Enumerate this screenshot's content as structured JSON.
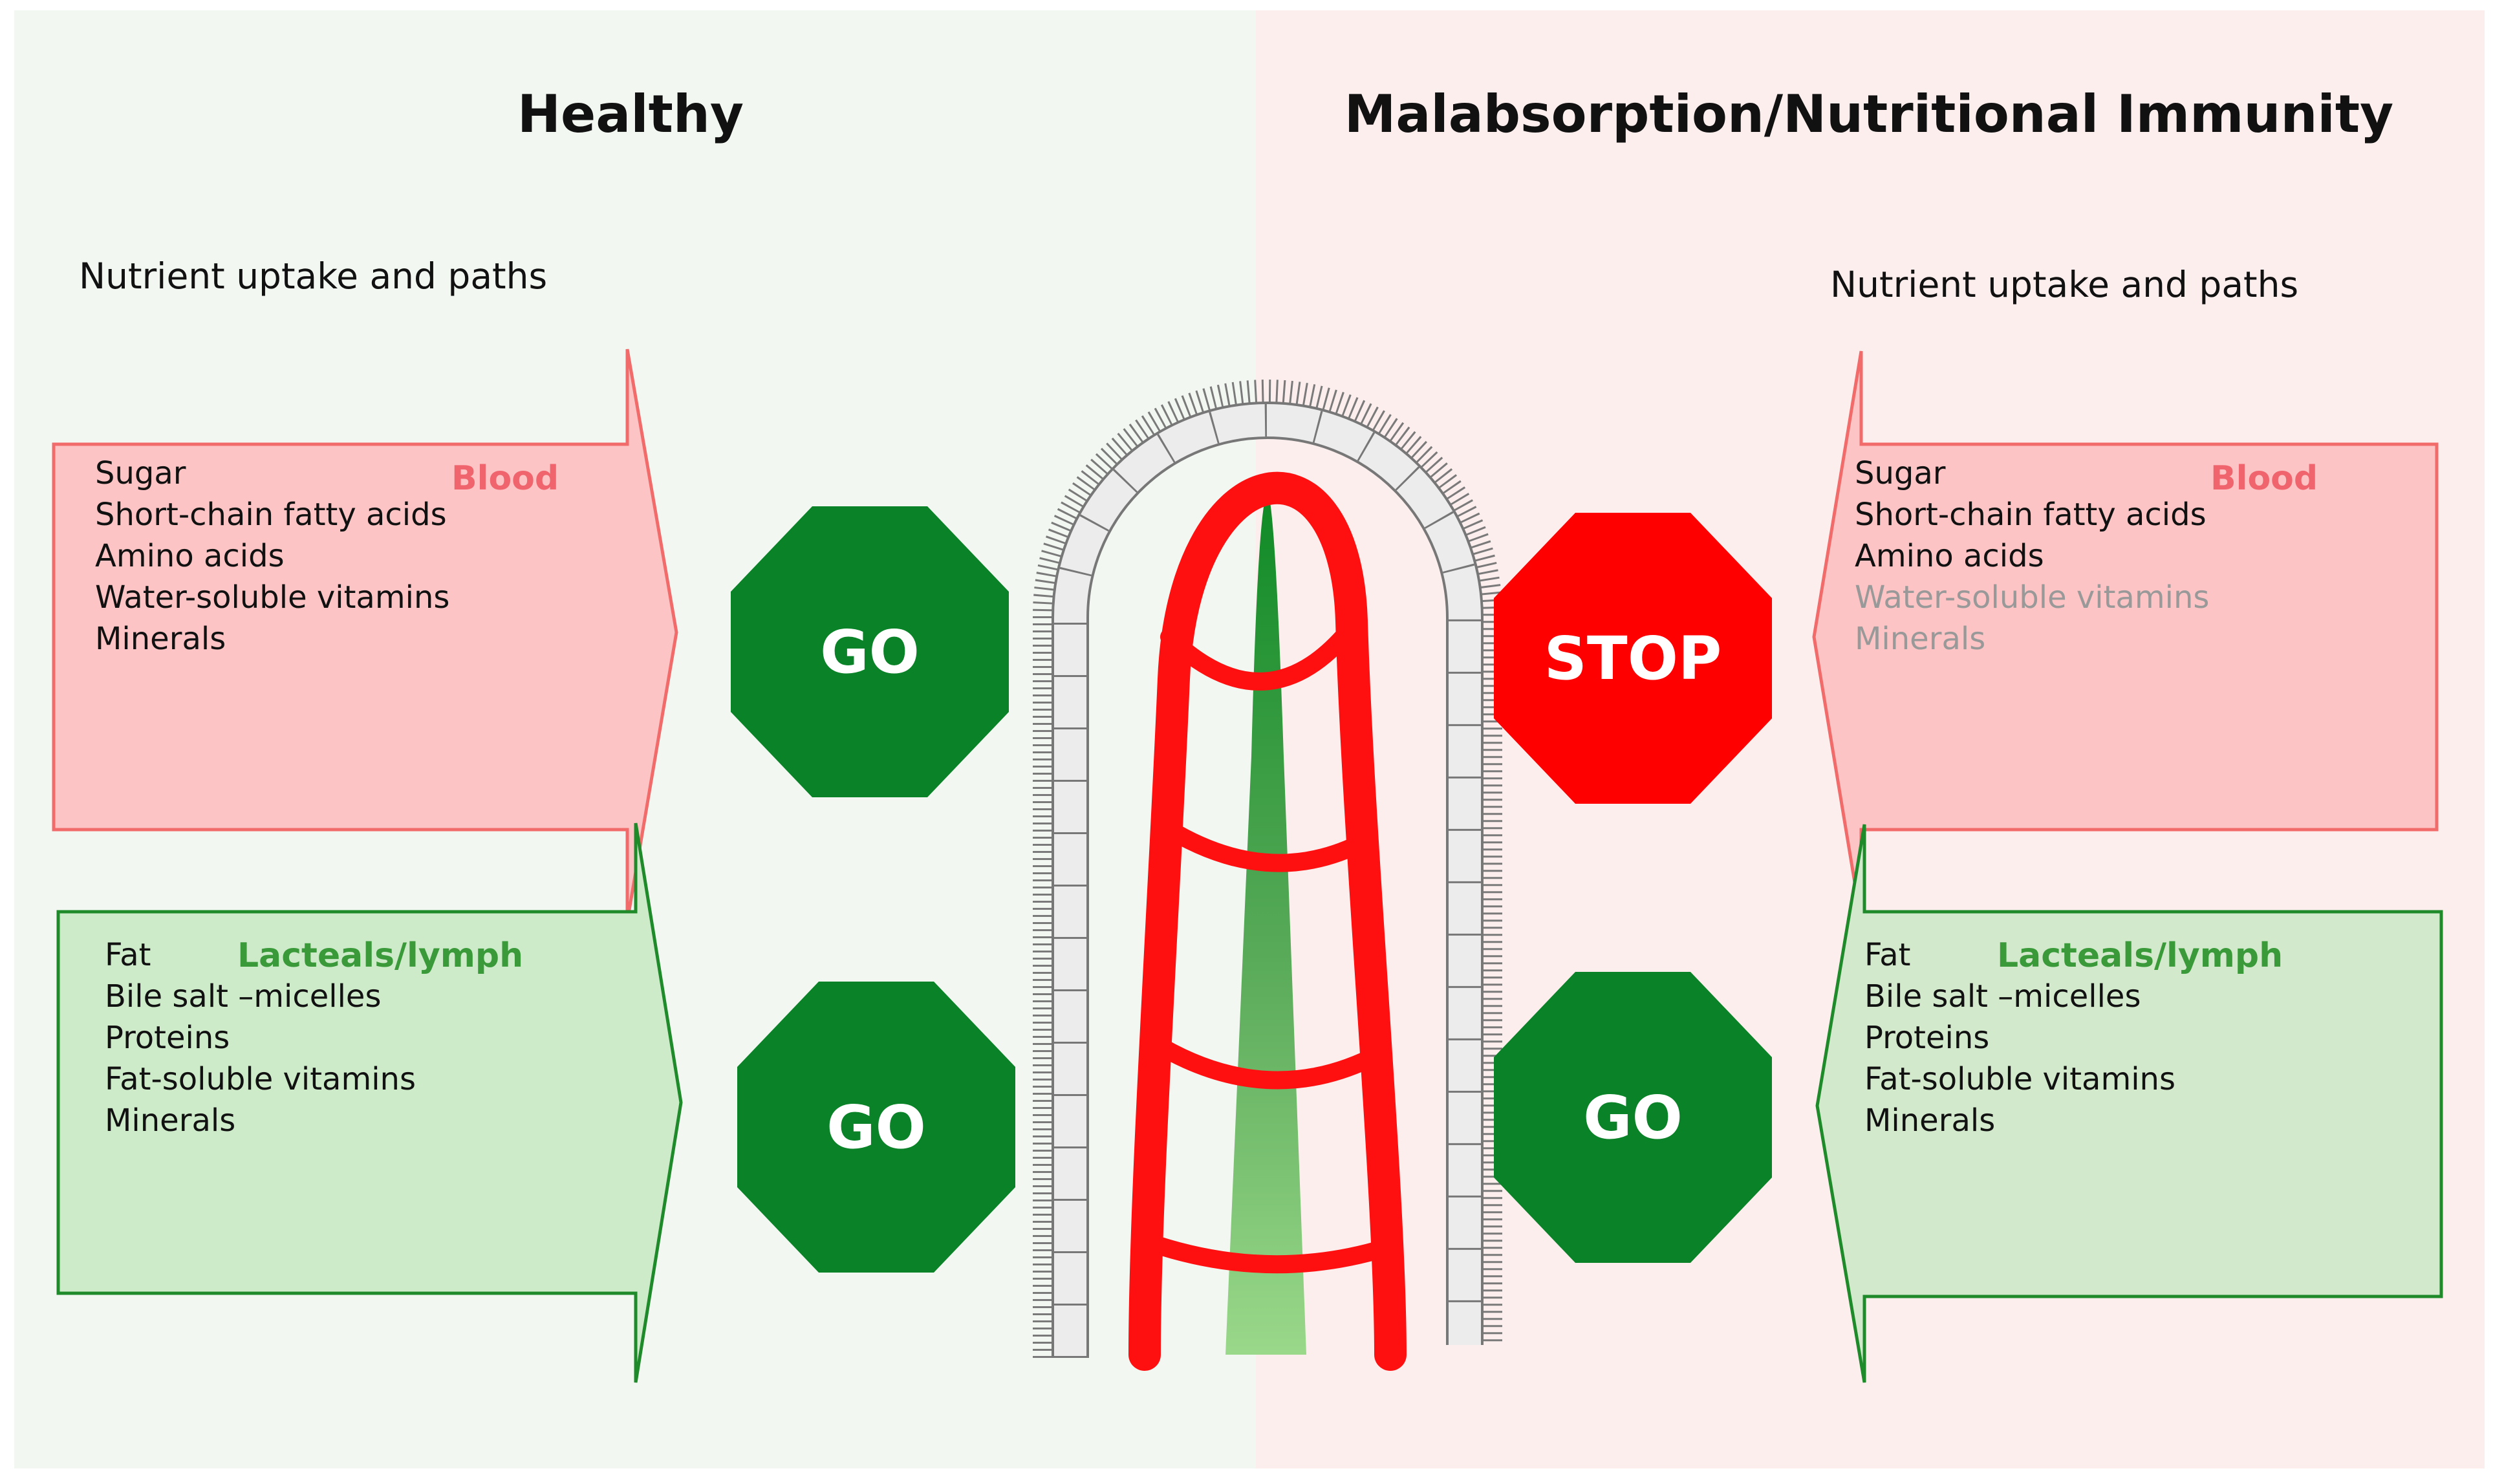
{
  "healthy": {
    "title": "Healthy",
    "subtitle": "Nutrient uptake and paths",
    "blood": {
      "label": "Blood",
      "items": [
        "Sugar",
        "Short-chain fatty acids",
        "Amino acids",
        "Water-soluble vitamins",
        "Minerals"
      ],
      "sign": "GO"
    },
    "lymph": {
      "label": "Lacteals/lymph",
      "items": [
        "Fat",
        "Bile salt –micelles",
        "Proteins",
        "Fat-soluble vitamins",
        "Minerals"
      ],
      "sign": "GO"
    }
  },
  "malabsorption": {
    "title": "Malabsorption/Nutritional Immunity",
    "subtitle": "Nutrient uptake and paths",
    "blood": {
      "label": "Blood",
      "items": [
        "Sugar",
        "Short-chain fatty acids",
        "Amino acids",
        "Water-soluble vitamins",
        "Minerals"
      ],
      "faded_items": [
        "Water-soluble vitamins",
        "Minerals"
      ],
      "sign": "STOP"
    },
    "lymph": {
      "label": "Lacteals/lymph",
      "items": [
        "Fat",
        "Bile salt –micelles",
        "Proteins",
        "Fat-soluble vitamins",
        "Minerals"
      ],
      "sign": "GO"
    }
  },
  "colors": {
    "healthy_bg": "#f2f7f2",
    "malabsorption_bg": "#fdeeee",
    "blood_arrow_fill": "#fcc4c4",
    "blood_arrow_stroke": "#f26b6b",
    "lymph_arrow_fill": "#cdebc9",
    "lymph_arrow_stroke": "#1e8a2a",
    "go_sign": "#0a8328",
    "stop_sign": "#fe0000",
    "capillary": "#ff1010",
    "lacteal": "#118a26"
  },
  "icons": {
    "villus": "intestinal-villus-icon",
    "go_sign": "go-octagon-icon",
    "stop_sign": "stop-octagon-icon"
  }
}
